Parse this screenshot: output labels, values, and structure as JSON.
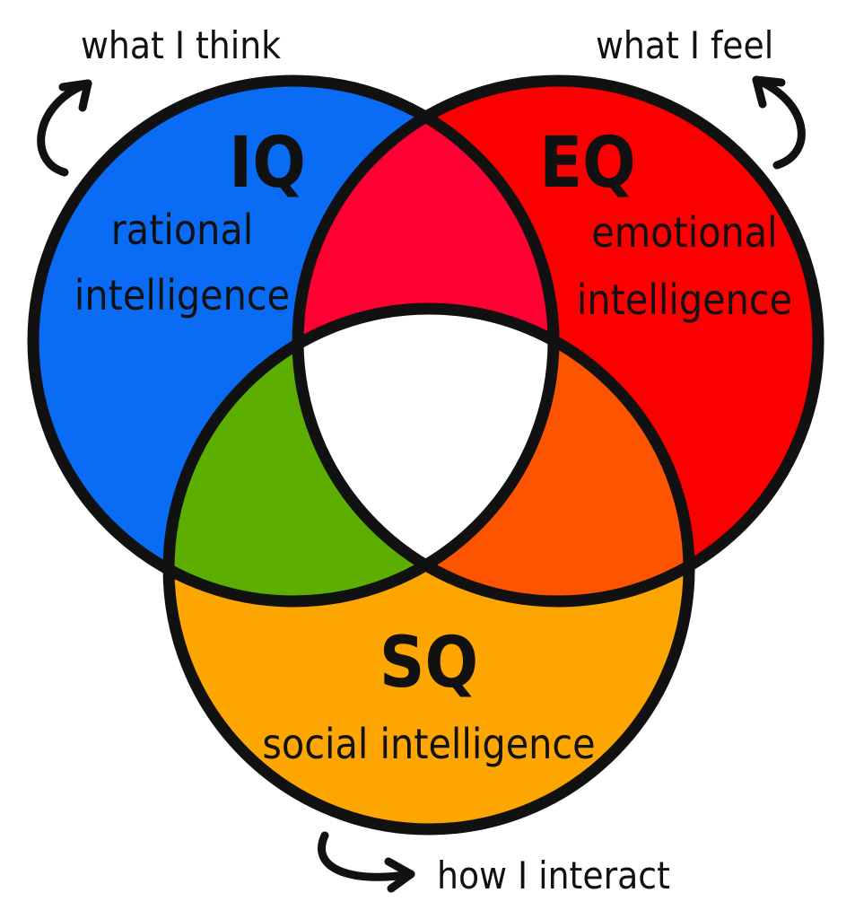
{
  "colors": {
    "iq": "#0a6cf5",
    "eq": "#fb0000",
    "sq": "#fda500",
    "iq_eq": "#ff0033",
    "iq_sq": "#5caf00",
    "eq_sq": "#fc5400",
    "all": "#ffffff",
    "outline": "#111111"
  },
  "annotations": {
    "think": "what I think",
    "feel": "what I feel",
    "interact": "how I interact"
  },
  "sets": {
    "iq": {
      "abbr": "IQ",
      "line1": "rational",
      "line2": "intelligence"
    },
    "eq": {
      "abbr": "EQ",
      "line1": "emotional",
      "line2": "intelligence"
    },
    "sq": {
      "abbr": "SQ",
      "line1": "social intelligence"
    }
  },
  "icons": {
    "think_arrow": "curved-arrow-up-icon",
    "feel_arrow": "curved-arrow-up-icon",
    "interact_arrow": "curved-arrow-right-icon"
  }
}
